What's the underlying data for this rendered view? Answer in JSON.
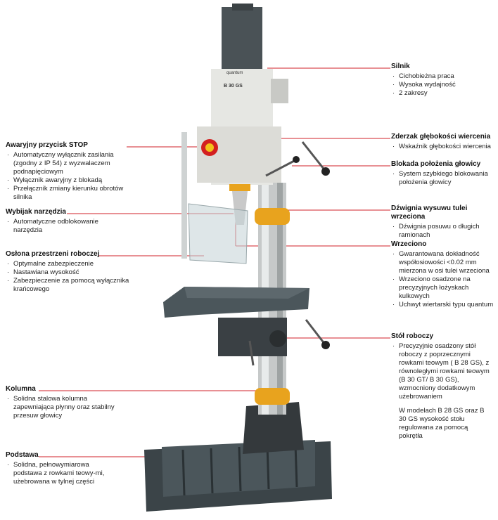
{
  "left": {
    "stop": {
      "title": "Awaryjny przycisk STOP",
      "items": [
        "Automatyczny wyłącznik zasilania (zgodny z IP 54) z wyzwalaczem podnapięciowym",
        "Wyłącznik awaryjny z blokadą",
        "Przełącznik zmiany kierunku obrotów silnika"
      ]
    },
    "ejector": {
      "title": "Wybijak narzędzia",
      "items": [
        "Automatyczne odblokowanie narzędzia"
      ]
    },
    "guard": {
      "title": "Osłona przestrzeni roboczej",
      "items": [
        "Optymalne zabezpieczenie",
        "Nastawiana wysokość",
        "Zabezpieczenie za pomocą wyłącznika krańcowego"
      ]
    },
    "column": {
      "title": "Kolumna",
      "items": [
        "Solidna stalowa kolumna zapewniająca płynny oraz stabilny przesuw głowicy"
      ]
    },
    "base": {
      "title": "Podstawa",
      "items": [
        "Solidna, pełnowymiarowa podstawa z rowkami teowy-mi, użebrowana w tylnej części"
      ]
    }
  },
  "right": {
    "motor": {
      "title": "Silnik",
      "items": [
        "Cichobieżna praca",
        "Wysoka wydajność",
        "2 zakresy"
      ]
    },
    "depth": {
      "title": "Zderzak głębokości wiercenia",
      "items": [
        "Wskaźnik głębokości wiercenia"
      ]
    },
    "lock": {
      "title": "Blokada położenia głowicy",
      "items": [
        "System szybkiego blokowania położenia głowicy"
      ]
    },
    "lever": {
      "title": "Dźwignia wysuwu tulei wrzeciona",
      "items": [
        "Dźwignia posuwu o długich ramionach"
      ]
    },
    "spindle": {
      "title": "Wrzeciono",
      "items": [
        "Gwarantowana dokładność współosiowości <0.02 mm mierzona w osi tulei wrzeciona",
        "Wrzeciono osadzone na precyzyjnych łożyskach kulkowych",
        "Uchwyt wiertarski typu quantum"
      ]
    },
    "table": {
      "title": "Stół roboczy",
      "items": [
        "Precyzyjnie osadzony stół roboczy z poprzecznymi rowkami teowym ( B 28 GS), z równoległymi rowkami teowym (B 30 GT/ B 30 GS), wzmocniony dodatkowym użebrowaniem"
      ],
      "note": "W modelach B 28 GS oraz B 30 GS wysokość stołu regulowana za pomocą pokrętła"
    }
  },
  "machine": {
    "brand": "quantum",
    "model": "B 30 GS"
  }
}
